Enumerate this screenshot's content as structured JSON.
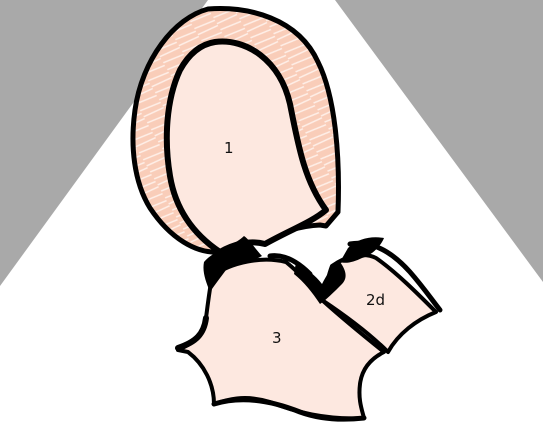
{
  "diagram": {
    "background_color": "#a9a9a9",
    "sector_color": "#ffffff",
    "myocardium_color": "#f9cdb9",
    "chamber_color": "#fde8e0",
    "outline_color": "#000000",
    "labels": {
      "chamber_1": "1",
      "chamber_2d": "2d",
      "chamber_3": "3"
    }
  }
}
